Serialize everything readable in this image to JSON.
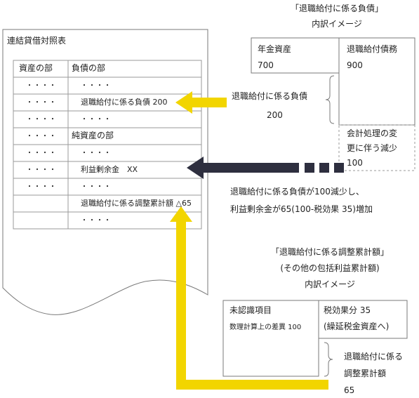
{
  "colors": {
    "highlight": "#f2d500",
    "dark_arrow": "#2e2f3f",
    "line": "#808080"
  },
  "balance_sheet": {
    "title": "連結貸借対照表",
    "header_left": "資産の部",
    "header_right": "負債の部",
    "dots": "・・・・",
    "pension_liability": "退職給付に係る負債 200",
    "net_assets_header": "純資産の部",
    "retained_earnings": "利益剰余金　XX",
    "accumulated_adjustment": "退職給付に係る調整累計額 △65"
  },
  "liability_breakdown": {
    "title_line1": "「退職給付に係る負債」",
    "title_line2": "内訳イメージ",
    "plan_assets_label": "年金資産",
    "plan_assets_value": "700",
    "obligation_label": "退職給付債務",
    "obligation_value": "900",
    "liability_label": "退職給付に係る負債",
    "liability_value": "200",
    "change_line1": "会計処理の変",
    "change_line2": "更に伴う減少",
    "change_value": "100"
  },
  "explanation": {
    "line1": "退職給付に係る負債が100減少し、",
    "line2": "利益剰余金が65(100-税効果 35)増加"
  },
  "adjustment_breakdown": {
    "title_line1": "「退職給付に係る調整累計額」",
    "title_line2": "(その他の包括利益累計額)",
    "title_line3": "内訳イメージ",
    "unrecognized_label": "未認識項目",
    "actuarial_diff": "数理計算上の差異 100",
    "tax_effect_line1": "税効果分 35",
    "tax_effect_line2": "(繰延税金資産へ)",
    "adjustment_line1": "退職給付に係る",
    "adjustment_line2": "調整累計額",
    "adjustment_value": "65"
  }
}
